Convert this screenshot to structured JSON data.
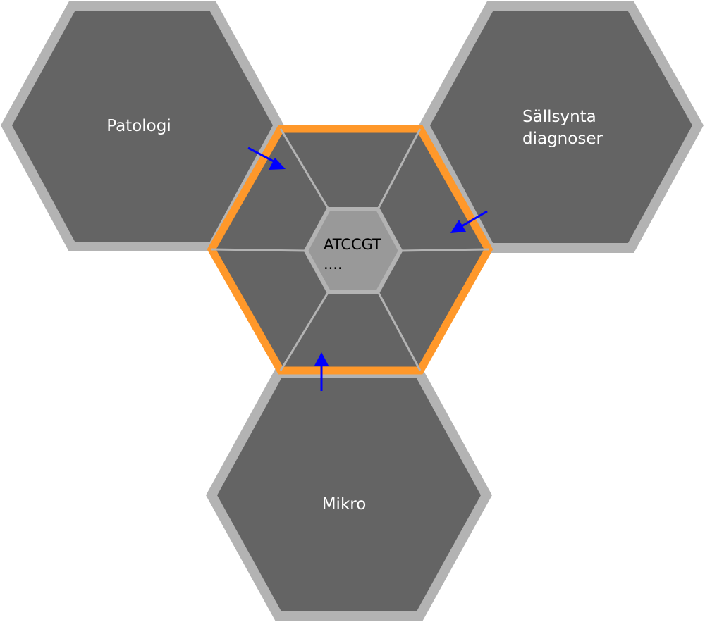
{
  "nodes": {
    "patologi": {
      "label": "Patologi"
    },
    "sallsynta": {
      "label_line1": "Sällsynta",
      "label_line2": "diagnoser"
    },
    "mikro": {
      "label": "Mikro"
    },
    "core": {
      "label_line1": "ATCCGT",
      "label_line2": "...."
    }
  },
  "colors": {
    "hex_fill": "#646464",
    "hex_border": "#b3b3b3",
    "center_border": "#ff982a",
    "core_fill": "#999999",
    "arrow": "#0000ff",
    "label_light": "#ffffff",
    "label_dark": "#000000"
  },
  "arrows": [
    {
      "from": "patologi",
      "to": "center"
    },
    {
      "from": "sallsynta",
      "to": "center"
    },
    {
      "from": "mikro",
      "to": "center"
    }
  ]
}
